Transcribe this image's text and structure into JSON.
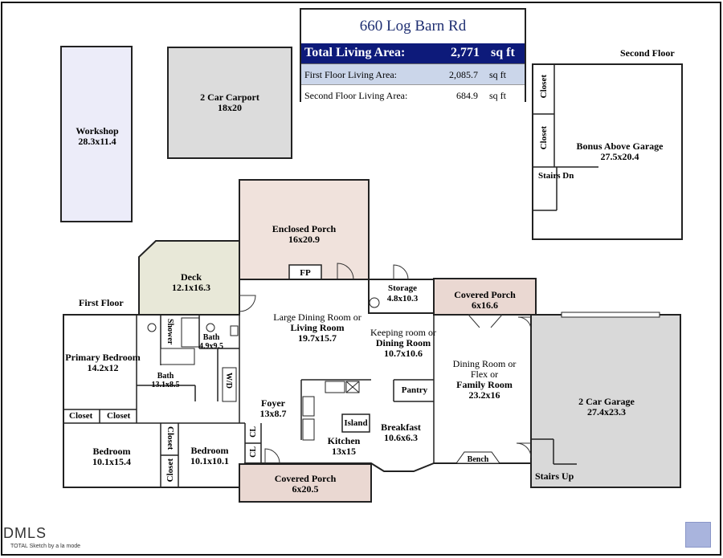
{
  "info": {
    "address": "660 Log Barn Rd",
    "total_label": "Total Living Area:",
    "total_value": "2,771",
    "unit": "sq ft",
    "first_label": "First Floor Living Area:",
    "first_value": "2,085.7",
    "second_label": "Second Floor Living Area:",
    "second_value": "684.9"
  },
  "floors": {
    "first": "First Floor",
    "second": "Second Floor"
  },
  "rooms": {
    "workshop": {
      "name": "Workshop",
      "size": "28.3x11.4"
    },
    "carport": {
      "name": "2 Car Carport",
      "size": "18x20"
    },
    "bonus": {
      "name": "Bonus Above Garage",
      "size": "27.5x20.4"
    },
    "closet": "Closet",
    "stairs_dn": "Stairs Dn",
    "enclosed_porch": {
      "name": "Enclosed Porch",
      "size": "16x20.9"
    },
    "fp": "FP",
    "deck": {
      "name": "Deck",
      "size": "12.1x16.3"
    },
    "storage": {
      "name": "Storage",
      "size": "4.8x10.3"
    },
    "covered_porch_top": {
      "name": "Covered Porch",
      "size": "6x16.6"
    },
    "living": {
      "line1": "Large Dining Room or",
      "line2": "Living Room",
      "size": "19.7x15.7"
    },
    "keeping": {
      "line1": "Keeping room or",
      "line2": "Dining Room",
      "size": "10.7x10.6"
    },
    "family": {
      "line1": "Dining Room or",
      "line2": "Flex or",
      "line3": "Family Room",
      "size": "23.2x16"
    },
    "garage": {
      "name": "2 Car Garage",
      "size": "27.4x23.3"
    },
    "primary": {
      "name": "Primary Bedroom",
      "size": "14.2x12"
    },
    "shower": "Shower",
    "bath_small": {
      "name": "Bath",
      "size": "4.9x9.5"
    },
    "bath_primary": {
      "name": "Bath",
      "size": "13.1x8.5"
    },
    "wd": "W/D",
    "pantry": "Pantry",
    "foyer": {
      "name": "Foyer",
      "size": "13x8.7"
    },
    "island": "Island",
    "kitchen": {
      "name": "Kitchen",
      "size": "13x15"
    },
    "breakfast": {
      "name": "Breakfast",
      "size": "10.6x6.3"
    },
    "bedroom_left": {
      "name": "Bedroom",
      "size": "10.1x15.4"
    },
    "bedroom_mid": {
      "name": "Bedroom",
      "size": "10.1x10.1"
    },
    "cl": "CL",
    "bench": "Bench",
    "covered_porch_bottom": {
      "name": "Covered Porch",
      "size": "6x20.5"
    },
    "stairs_up": "Stairs Up"
  },
  "footer": {
    "mls": "DMLS",
    "credit": "TOTAL Sketch by a la mode"
  },
  "colors": {
    "workshop": "#ececf9",
    "carport": "#dcdcdc",
    "enclosed": "#f0e2dc",
    "deck": "#e8e8d8",
    "garage": "#d9d9d9",
    "porch": "#ead8d2",
    "navy": "#0d1a7a"
  }
}
